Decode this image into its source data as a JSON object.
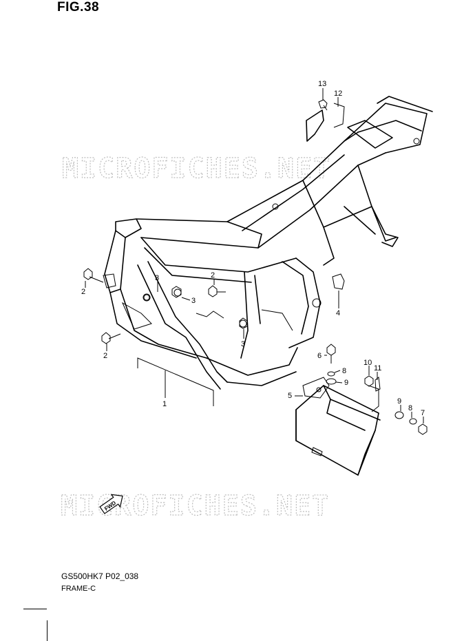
{
  "figure": {
    "title": "FIG.38"
  },
  "watermarks": [
    "MICROFICHES.NET",
    "MICROFICHES.NET"
  ],
  "direction_arrow": {
    "label": "FWD",
    "icon": "forward-arrow-icon"
  },
  "callouts": {
    "c1": "1",
    "c2a": "2",
    "c2b": "2",
    "c2c": "2",
    "c3a": "3",
    "c3b": "3",
    "c3c": "3",
    "c4": "4",
    "c5": "5",
    "c6": "6",
    "c7": "7",
    "c8a": "8",
    "c8b": "8",
    "c9a": "9",
    "c9b": "9",
    "c10": "10",
    "c11": "11",
    "c12": "12",
    "c13": "13"
  },
  "footer": {
    "model_code": "GS500HK7 P02_038",
    "section_name": "FRAME-C"
  }
}
